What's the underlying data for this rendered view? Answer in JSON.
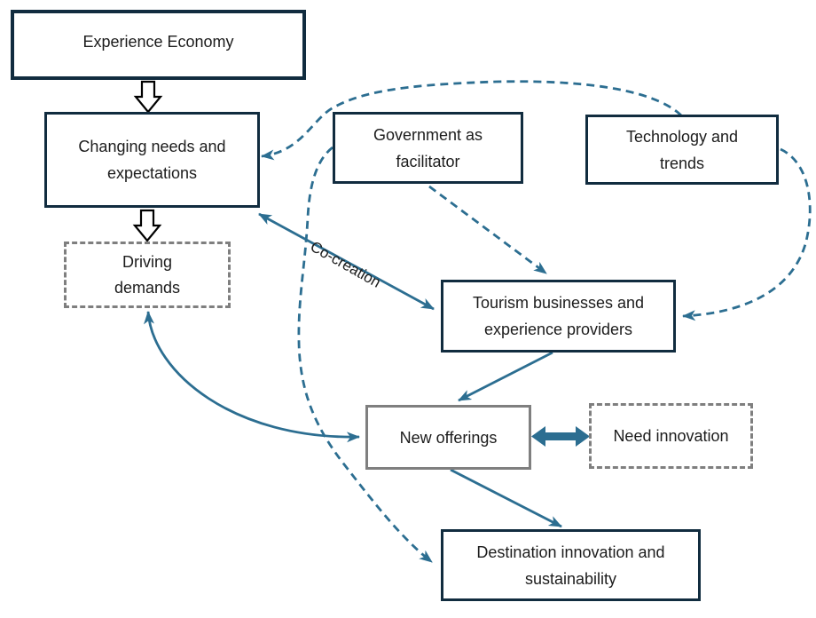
{
  "diagram": {
    "nodes": [
      {
        "id": "experience-economy",
        "label": "Experience Economy",
        "border": "dark-solid"
      },
      {
        "id": "changing-needs",
        "label": "Changing needs and expectations",
        "border": "dark-solid"
      },
      {
        "id": "government-facilitator",
        "label": "Government as facilitator",
        "border": "dark-solid"
      },
      {
        "id": "technology-trends",
        "label": "Technology and trends",
        "border": "dark-solid"
      },
      {
        "id": "driving-demands",
        "label": "Driving demands",
        "border": "gray-dashed"
      },
      {
        "id": "tourism-businesses",
        "label": "Tourism businesses and experience providers",
        "border": "dark-solid"
      },
      {
        "id": "new-offerings",
        "label": "New offerings",
        "border": "gray-solid"
      },
      {
        "id": "need-innovation",
        "label": "Need innovation",
        "border": "gray-dashed"
      },
      {
        "id": "destination-innovation",
        "label": "Destination innovation and sustainability",
        "border": "dark-solid"
      }
    ],
    "edge_label": "Co-creation",
    "edges": [
      {
        "from": "experience-economy",
        "to": "changing-needs",
        "style": "block-outline-arrow",
        "bidirectional": false
      },
      {
        "from": "changing-needs",
        "to": "driving-demands",
        "style": "block-outline-arrow",
        "bidirectional": false
      },
      {
        "from": "changing-needs",
        "to": "tourism-businesses",
        "style": "solid",
        "bidirectional": true,
        "label": "Co-creation"
      },
      {
        "from": "government-facilitator",
        "to": "tourism-businesses",
        "style": "dashed",
        "bidirectional": false
      },
      {
        "from": "technology-trends",
        "to": "tourism-businesses",
        "style": "dashed-curved",
        "bidirectional": false
      },
      {
        "from": "technology-trends",
        "to": "changing-needs",
        "style": "dashed-curved-over-top",
        "bidirectional": false
      },
      {
        "from": "government-facilitator",
        "to": "destination-innovation",
        "style": "dashed-curved",
        "bidirectional": false
      },
      {
        "from": "tourism-businesses",
        "to": "new-offerings",
        "style": "solid",
        "bidirectional": false
      },
      {
        "from": "driving-demands",
        "to": "new-offerings",
        "style": "solid-curved",
        "bidirectional": true
      },
      {
        "from": "new-offerings",
        "to": "need-innovation",
        "style": "thick",
        "bidirectional": true
      },
      {
        "from": "new-offerings",
        "to": "destination-innovation",
        "style": "solid",
        "bidirectional": false
      }
    ]
  },
  "colors": {
    "box_border_dark": "#112c3f",
    "box_border_gray": "#7f7f7f",
    "arrow_teal": "#2c6e91",
    "arrow_outline": "#000000",
    "text": "#1c1c1c",
    "background": "#ffffff"
  }
}
